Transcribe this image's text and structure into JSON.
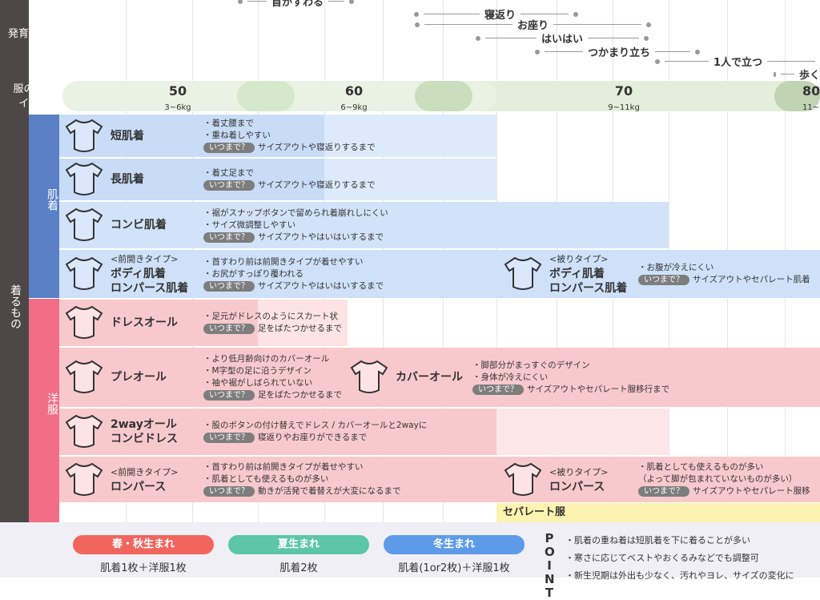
{
  "labels": {
    "milestones": "発育目安",
    "size": "服のサイズ",
    "wear": "着るもの",
    "underwear": "肌着",
    "clothes": "洋服"
  },
  "milestones": [
    "首がすわる",
    "寝返り",
    "お座り",
    "はいはい",
    "つかまり立ち",
    "1人で立つ",
    "歩く"
  ],
  "sizes": [
    {
      "num": "50",
      "kg": "3~6kg"
    },
    {
      "num": "60",
      "kg": "6~9kg"
    },
    {
      "num": "70",
      "kg": "9~11kg"
    },
    {
      "num": "80",
      "kg": "11~"
    }
  ],
  "when": "いつまで？",
  "rows": [
    {
      "name": "短肌着",
      "lines": [
        "・着丈腰まで",
        "・重ね着しやすい"
      ],
      "until": "サイズアウトや寝返りするまで"
    },
    {
      "name": "長肌着",
      "lines": [
        "・着丈足まで"
      ],
      "until": "サイズアウトや寝返りするまで"
    },
    {
      "name": "コンビ肌着",
      "lines": [
        "・裾がスナップボタンで留められ着崩れしにくい",
        "・サイズ微調整しやすい"
      ],
      "until": "サイズアウトやはいはいするまで"
    },
    {
      "type": "<前開きタイプ>",
      "name": "ボディ肌着",
      "name2": "ロンパース肌着",
      "lines": [
        "・首すわり前は前開きタイプが着せやすい",
        "・お尻がすっぽり覆われる"
      ],
      "until": "サイズアウトやはいはいするまで"
    },
    {
      "name": "ドレスオール",
      "lines": [
        "・足元がドレスのようにスカート状"
      ],
      "until": "足をばたつかせるまで"
    },
    {
      "name": "プレオール",
      "lines": [
        "・より低月齢向けのカバーオール",
        "・M字型の足に沿うデザイン",
        "・袖や裾がしばられていない"
      ],
      "until": "足をばたつかせるまで"
    },
    {
      "name": "2wayオール",
      "name2": "コンビドレス",
      "lines": [
        "・股のボタンの付け替えでドレス / カバーオールと2wayに"
      ],
      "until": "寝返りやお座りができるまで"
    },
    {
      "type": "<前開きタイプ>",
      "name": "ロンパース",
      "lines": [
        "・首すわり前は前開きタイプが着せやすい",
        "・肌着としても使えるものが多い"
      ],
      "until": "動きが活発で着替えが大変になるまで"
    }
  ],
  "right_rows": [
    {
      "type": "<被りタイプ>",
      "name": "ボディ肌着",
      "name2": "ロンパース肌着",
      "lines": [
        "・お腹が冷えにくい"
      ],
      "until": "サイズアウトやセパレート肌着"
    },
    {
      "name": "カバーオール",
      "lines": [
        "・脚部分がまっすぐのデザイン",
        "・身体が冷えにくい"
      ],
      "until": "サイズアウトやセパレート服移行まで"
    },
    {
      "type": "<被りタイプ>",
      "name": "ロンパース",
      "lines": [
        "・肌着としても使えるものが多い",
        "（よって脚が包まれていないものが多い）"
      ],
      "until": "サイズアウトやセパレート服移"
    }
  ],
  "separate": "セパレート服",
  "footer": {
    "seasons": [
      {
        "label": "春・秋生まれ",
        "combo": "肌着1枚＋洋服1枚",
        "color": "#f2655f"
      },
      {
        "label": "夏生まれ",
        "combo": "肌着2枚",
        "color": "#5dc5a8"
      },
      {
        "label": "冬生まれ",
        "combo": "肌着(1or2枚)＋洋服1枚",
        "color": "#5d9be8"
      }
    ],
    "point": "POINT",
    "points": [
      "・肌着の重ね着は短肌着を下に着ることが多い",
      "・寒さに応じてベストやおくるみなどでも調整可",
      "・新生児期は外出も少なく、汚れやヨレ、サイズの変化に"
    ]
  }
}
